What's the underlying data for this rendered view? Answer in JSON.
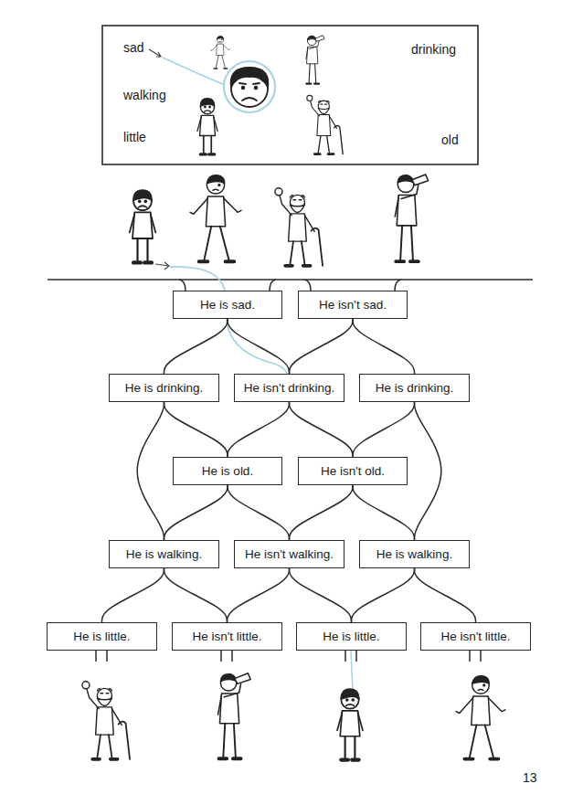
{
  "diagram": {
    "nodes": [
      {
        "text": [
          "He is sad."
        ]
      },
      {
        "text": [
          "He isn't sad."
        ]
      },
      {
        "text": [
          "He is drinking."
        ]
      },
      {
        "text": [
          "He isn't drinking."
        ]
      },
      {
        "text": [
          "He is drinking."
        ]
      },
      {
        "text": [
          "He is old."
        ]
      },
      {
        "text": [
          "He isn't old."
        ]
      },
      {
        "text": [
          "He is walking."
        ]
      },
      {
        "text": [
          "He isn't walking."
        ]
      },
      {
        "text": [
          "He is walking."
        ]
      },
      {
        "text": [
          "He is little."
        ]
      },
      {
        "text": [
          "He isn't little."
        ]
      },
      {
        "text": [
          "He is little."
        ]
      },
      {
        "text": [
          "He isn't little."
        ]
      }
    ],
    "edges": [
      {
        "from": 0,
        "to": 2,
        "arrow": "none"
      },
      {
        "from": 0,
        "to": 3,
        "arrow": "none"
      },
      {
        "from": 1,
        "to": 3,
        "arrow": "none"
      },
      {
        "from": 1,
        "to": 4,
        "arrow": "none"
      },
      {
        "from": 2,
        "to": 5,
        "arrow": "none"
      },
      {
        "from": 2,
        "to": 7,
        "arrow": "none"
      },
      {
        "from": 3,
        "to": 5,
        "arrow": "none"
      },
      {
        "from": 3,
        "to": 6,
        "arrow": "none"
      },
      {
        "from": 4,
        "to": 6,
        "arrow": "none"
      },
      {
        "from": 4,
        "to": 9,
        "arrow": "none"
      },
      {
        "from": 5,
        "to": 7,
        "arrow": "none"
      },
      {
        "from": 5,
        "to": 8,
        "arrow": "none"
      },
      {
        "from": 6,
        "to": 8,
        "arrow": "none"
      },
      {
        "from": 6,
        "to": 9,
        "arrow": "none"
      },
      {
        "from": 7,
        "to": 10,
        "arrow": "none"
      },
      {
        "from": 7,
        "to": 11,
        "arrow": "none"
      },
      {
        "from": 8,
        "to": 11,
        "arrow": "none"
      },
      {
        "from": 8,
        "to": 12,
        "arrow": "none"
      },
      {
        "from": 9,
        "to": 12,
        "arrow": "none"
      },
      {
        "from": 9,
        "to": 13,
        "arrow": "none"
      }
    ],
    "labels": [
      "sad",
      "walking",
      "little",
      "drinking",
      "old",
      "13"
    ]
  }
}
